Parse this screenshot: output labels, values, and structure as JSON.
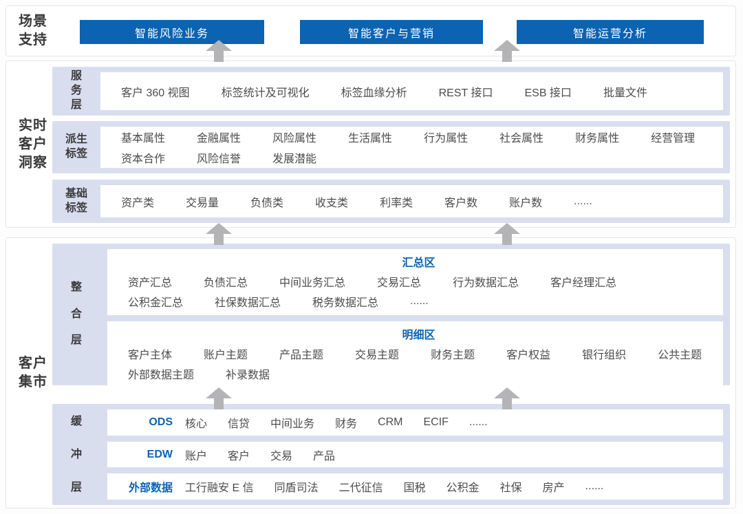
{
  "colors": {
    "accent_blue": "#0b63b1",
    "band_bg": "#d9deef",
    "arrow_gray": "#b4b4b6",
    "text_dark": "#3a3a3a",
    "text_item": "#4c4c4c",
    "border_gray": "#e4e5e9",
    "page_bg": "#fdfdfd"
  },
  "scenario": {
    "label": "场景\n支持",
    "buttons": [
      "智能风险业务",
      "智能客户与营销",
      "智能运营分析"
    ]
  },
  "insight": {
    "label": "实时\n客户\n洞察",
    "rows": [
      {
        "label": "服\n务\n层",
        "lines": [
          [
            "客户 360 视图",
            "标签统计及可视化",
            "标签血缘分析",
            "REST 接口",
            "ESB 接口",
            "批量文件"
          ]
        ]
      },
      {
        "label": "派生\n标签",
        "lines": [
          [
            "基本属性",
            "金融属性",
            "风险属性",
            "生活属性",
            "行为属性",
            "社会属性",
            "财务属性",
            "经营管理"
          ],
          [
            "资本合作",
            "风险信誉",
            "发展潜能"
          ]
        ]
      },
      {
        "label": "基础\n标签",
        "lines": [
          [
            "资产类",
            "交易量",
            "负债类",
            "收支类",
            "利率类",
            "客户数",
            "账户数",
            "......"
          ]
        ]
      }
    ]
  },
  "mart": {
    "label": "客户\n集市",
    "integration": {
      "label": "整\n合\n层",
      "zones": [
        {
          "title": "汇总区",
          "lines": [
            [
              "资产汇总",
              "负债汇总",
              "中间业务汇总",
              "交易汇总",
              "行为数据汇总",
              "客户经理汇总"
            ],
            [
              "公积金汇总",
              "社保数据汇总",
              "税务数据汇总",
              "......"
            ]
          ]
        },
        {
          "title": "明细区",
          "lines": [
            [
              "客户主体",
              "账户主题",
              "产品主题",
              "交易主题",
              "财务主题",
              "客户权益",
              "银行组织",
              "公共主题"
            ],
            [
              "外部数据主题",
              "补录数据"
            ]
          ]
        }
      ]
    },
    "buffer": {
      "label": "缓\n冲\n层",
      "rows": [
        {
          "title": "ODS",
          "items": [
            "核心",
            "信贷",
            "中间业务",
            "财务",
            "CRM",
            "ECIF",
            "......"
          ]
        },
        {
          "title": "EDW",
          "items": [
            "账户",
            "客户",
            "交易",
            "产品"
          ]
        },
        {
          "title": "外部数据",
          "items": [
            "工行融安 E 信",
            "同盾司法",
            "二代征信",
            "国税",
            "公积金",
            "社保",
            "房产",
            "......"
          ]
        }
      ]
    }
  }
}
